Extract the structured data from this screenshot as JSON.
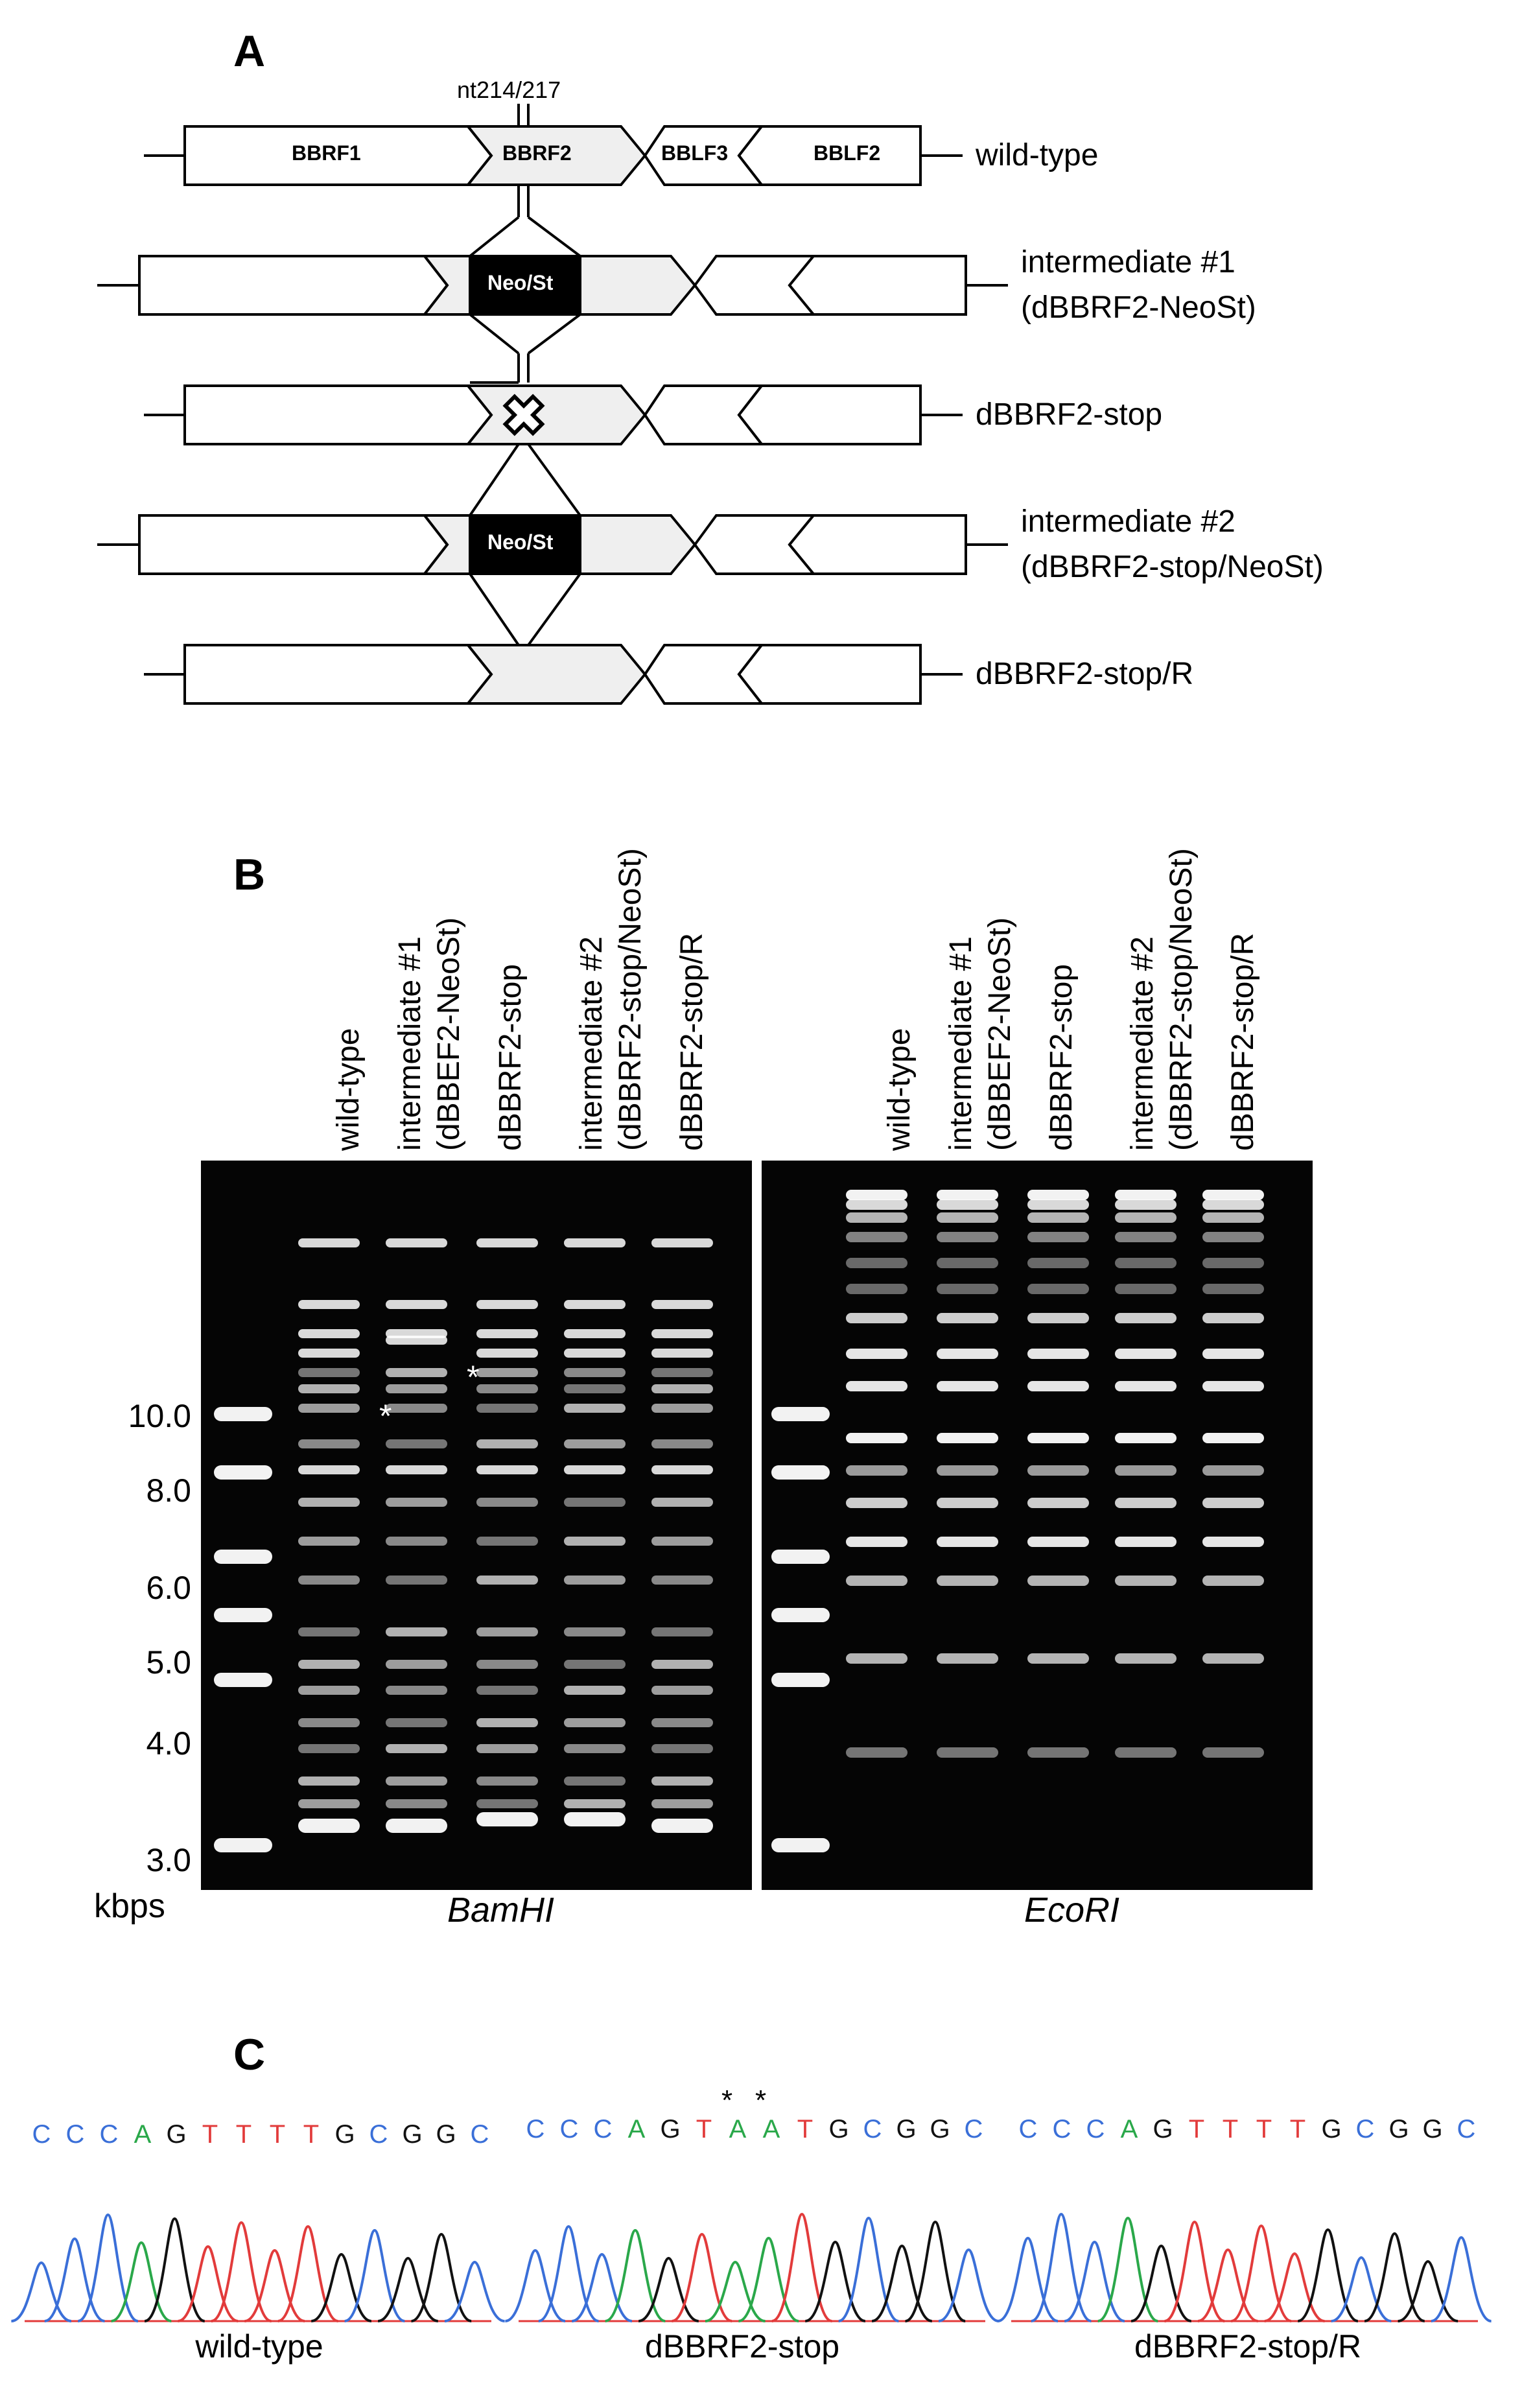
{
  "panels": {
    "a": "A",
    "b": "B",
    "c": "C"
  },
  "panel_a": {
    "site_label": "nt214/217",
    "genes": {
      "bbrf1": "BBRF1",
      "bbrf2": "BBRF2",
      "bblf3": "BBLF3",
      "bblf2": "BBLF2"
    },
    "cassette": "Neo/St",
    "tracks": [
      {
        "line1": "wild-type",
        "line2": ""
      },
      {
        "line1": "intermediate #1",
        "line2": "(dBBRF2-NeoSt)"
      },
      {
        "line1": "dBBRF2-stop",
        "line2": ""
      },
      {
        "line1": "intermediate #2",
        "line2": "(dBBRF2-stop/NeoSt)"
      },
      {
        "line1": "dBBRF2-stop/R",
        "line2": ""
      }
    ]
  },
  "panel_b": {
    "lanes": [
      {
        "line1": "wild-type",
        "line2": ""
      },
      {
        "line1": "intermediate #1",
        "line2": "(dBBEF2-NeoSt)"
      },
      {
        "line1": "dBBRF2-stop",
        "line2": ""
      },
      {
        "line1": "intermediate #2",
        "line2": "(dBBRF2-stop/NeoSt)"
      },
      {
        "line1": "dBBRF2-stop/R",
        "line2": ""
      }
    ],
    "marker_sizes": [
      "10.0",
      "8.0",
      "6.0",
      "5.0",
      "4.0",
      "3.0"
    ],
    "unit": "kbps",
    "gels": [
      {
        "enzyme": "BamHI"
      },
      {
        "enzyme": "EcoRI"
      }
    ],
    "asterisk": "*"
  },
  "panel_c": {
    "traces": [
      {
        "label": "wild-type",
        "bases": [
          "C",
          "C",
          "C",
          "A",
          "G",
          "T",
          "T",
          "T",
          "T",
          "G",
          "C",
          "G",
          "G",
          "C"
        ]
      },
      {
        "label": "dBBRF2-stop",
        "bases": [
          "C",
          "C",
          "C",
          "A",
          "G",
          "T",
          "A",
          "A",
          "T",
          "G",
          "C",
          "G",
          "G",
          "C"
        ]
      },
      {
        "label": "dBBRF2-stop/R",
        "bases": [
          "C",
          "C",
          "C",
          "A",
          "G",
          "T",
          "T",
          "T",
          "T",
          "G",
          "C",
          "G",
          "G",
          "C"
        ]
      }
    ],
    "mutation_marker": "*"
  },
  "colors": {
    "A": "#2aa84a",
    "C": "#3a6fd8",
    "G": "#111111",
    "T": "#e23b3b",
    "gel": "#050505",
    "box_fill_gray": "#efefef"
  }
}
